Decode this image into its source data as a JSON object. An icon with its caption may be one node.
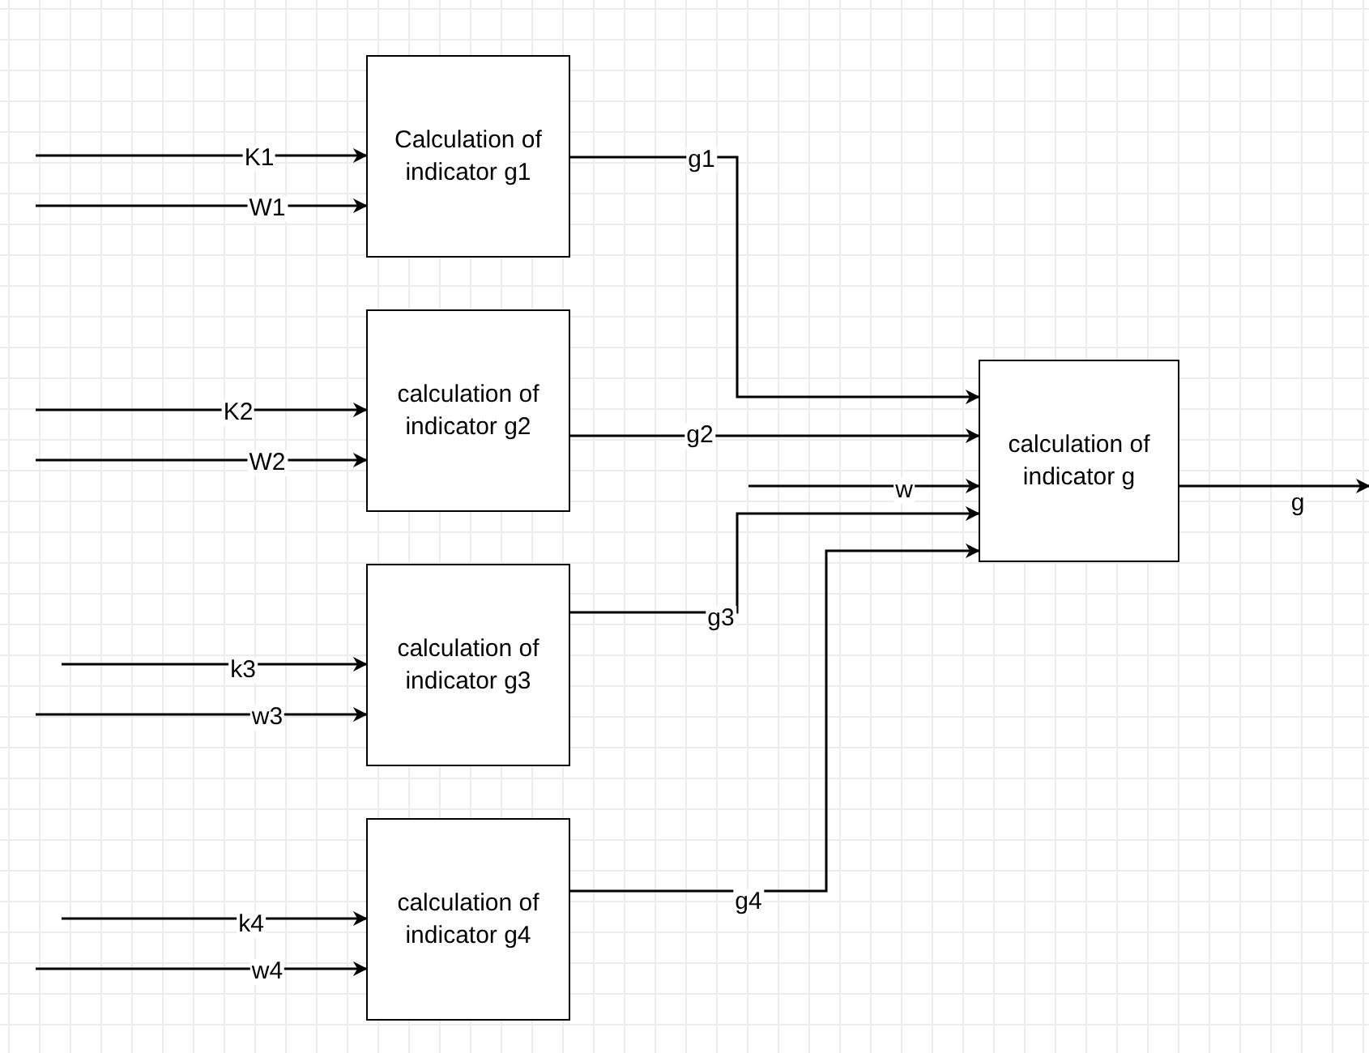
{
  "diagram": {
    "nodes": [
      {
        "text": [
          "Calculation of indicator g1"
        ]
      },
      {
        "text": [
          "calculation of indicator g2"
        ]
      },
      {
        "text": [
          "calculation of indicator g3"
        ]
      },
      {
        "text": [
          "calculation of indicator g4"
        ]
      },
      {
        "text": [
          "calculation of indicator g"
        ]
      }
    ],
    "edges": [
      {
        "from": null,
        "to": 0,
        "arrow": "to",
        "label": "K1"
      },
      {
        "from": null,
        "to": 0,
        "arrow": "to",
        "label": "W1"
      },
      {
        "from": null,
        "to": 1,
        "arrow": "to",
        "label": "K2"
      },
      {
        "from": null,
        "to": 1,
        "arrow": "to",
        "label": "W2"
      },
      {
        "from": null,
        "to": 2,
        "arrow": "to",
        "label": "k3"
      },
      {
        "from": null,
        "to": 2,
        "arrow": "to",
        "label": "w3"
      },
      {
        "from": null,
        "to": 3,
        "arrow": "to",
        "label": "k4"
      },
      {
        "from": null,
        "to": 3,
        "arrow": "to",
        "label": "w4"
      },
      {
        "from": 0,
        "to": 4,
        "arrow": "to",
        "label": "g1"
      },
      {
        "from": 1,
        "to": 4,
        "arrow": "to",
        "label": "g2"
      },
      {
        "from": null,
        "to": 4,
        "arrow": "to",
        "label": "w"
      },
      {
        "from": 2,
        "to": 4,
        "arrow": "to",
        "label": "g3"
      },
      {
        "from": 3,
        "to": 4,
        "arrow": "to",
        "label": "g4"
      },
      {
        "from": 4,
        "to": null,
        "arrow": "to",
        "label": "g"
      }
    ]
  }
}
